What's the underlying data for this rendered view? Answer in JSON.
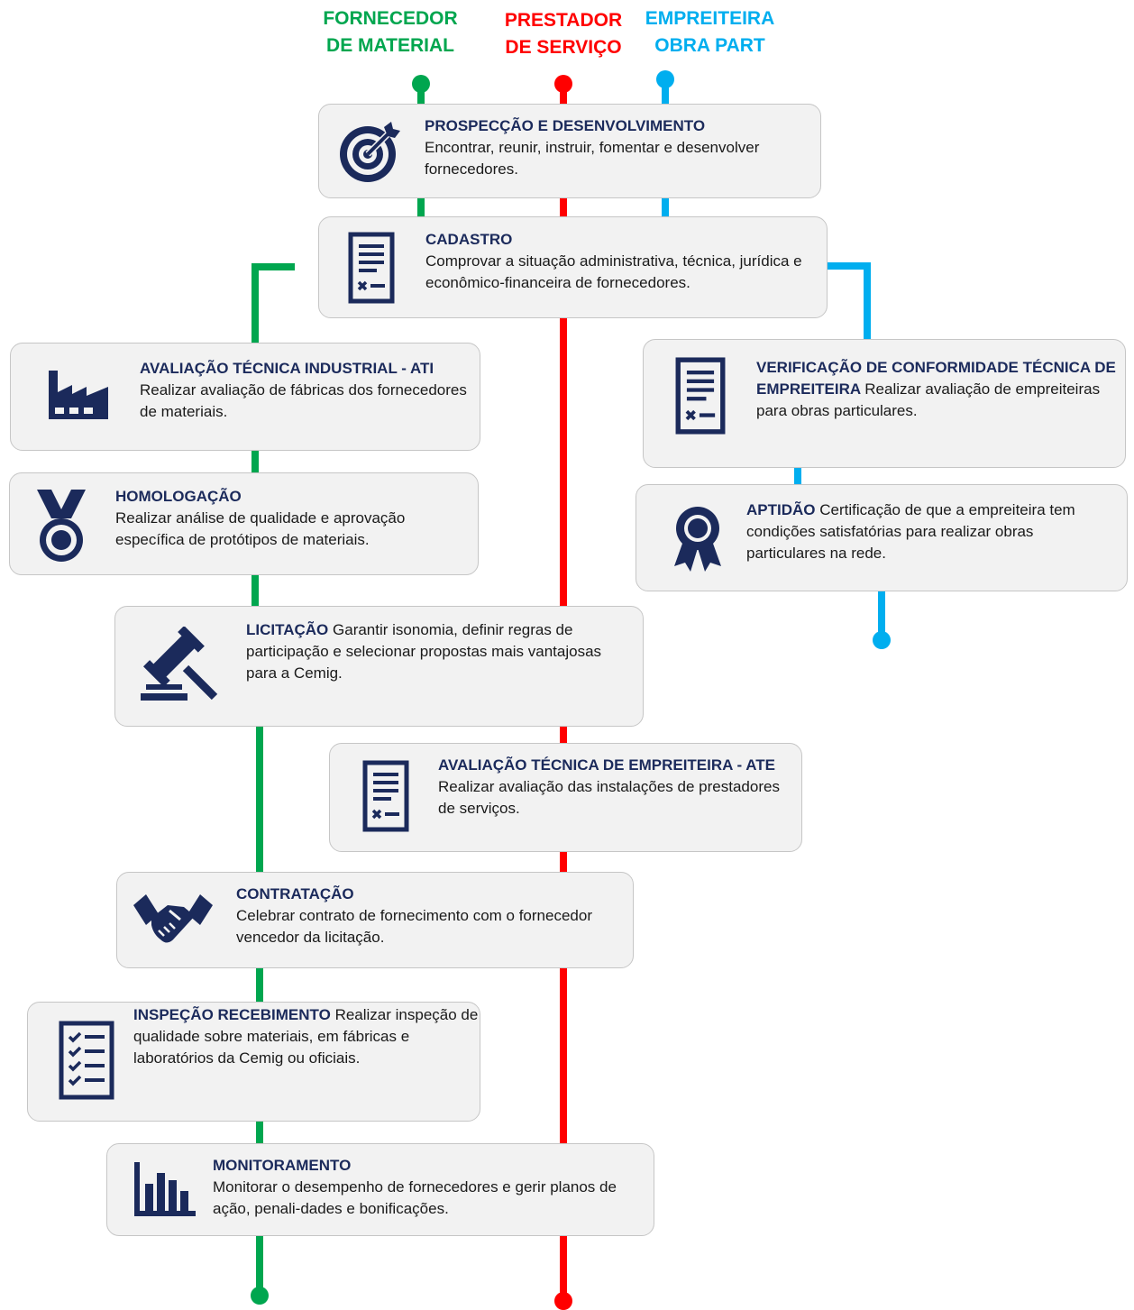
{
  "colors": {
    "material": "#00a64f",
    "servico": "#ff0000",
    "empreiteira": "#00aeef",
    "icon": "#1b2a5b",
    "card_bg": "#f2f2f2"
  },
  "headers": {
    "material": "FORNECEDOR\nDE MATERIAL",
    "servico": "PRESTADOR\nDE SERVIÇO",
    "empreiteira": "EMPREITEIRA\nOBRA PART"
  },
  "steps": {
    "prospeccao": {
      "title": "PROSPECÇÃO E DESENVOLVIMENTO",
      "text": "Encontrar, reunir, instruir, fomentar e desenvolver fornecedores.",
      "icon": "target-icon"
    },
    "cadastro": {
      "title": "CADASTRO",
      "text": "Comprovar a situação administrativa, técnica, jurídica e econômico-financeira de fornecedores.",
      "icon": "document-icon"
    },
    "ati": {
      "title": "AVALIAÇÃO TÉCNICA INDUSTRIAL - ATI",
      "text": "Realizar avaliação de fábricas dos fornecedores de materiais.",
      "icon": "factory-icon"
    },
    "homologacao": {
      "title": "HOMOLOGAÇÃO",
      "text": "Realizar análise de qualidade e aprovação específica de protótipos de materiais.",
      "icon": "medal-icon"
    },
    "licitacao": {
      "title": "LICITAÇÃO",
      "text": "Garantir isonomia, definir regras de participação e selecionar propostas mais vantajosas para a Cemig.",
      "icon": "gavel-icon"
    },
    "ate": {
      "title": "AVALIAÇÃO TÉCNICA DE EMPREITEIRA - ATE",
      "text": "Realizar avaliação das instalações de prestadores de serviços.",
      "icon": "document-icon"
    },
    "contratacao": {
      "title": "CONTRATAÇÃO",
      "text": "Celebrar contrato de fornecimento com o fornecedor vencedor da licitação.",
      "icon": "handshake-icon"
    },
    "inspecao": {
      "title": "INSPEÇÃO RECEBIMENTO",
      "text": "Realizar inspeção de qualidade sobre materiais, em fábricas e laboratórios da Cemig ou oficiais.",
      "icon": "checklist-icon"
    },
    "monitoramento": {
      "title": "MONITORAMENTO",
      "text": "Monitorar o desempenho de fornecedores e gerir planos de ação, penali-dades e bonificações.",
      "icon": "bar-chart-icon"
    },
    "verificacao": {
      "title": "VERIFICAÇÃO DE CONFORMIDADE TÉCNICA DE EMPREITEIRA",
      "text": "Realizar avaliação de empreiteiras para obras particulares.",
      "icon": "document-icon"
    },
    "aptidao": {
      "title": "APTIDÃO",
      "text": "Certificação de que a empreiteira tem condições satisfatórias para realizar obras particulares na rede.",
      "icon": "ribbon-award-icon"
    }
  }
}
